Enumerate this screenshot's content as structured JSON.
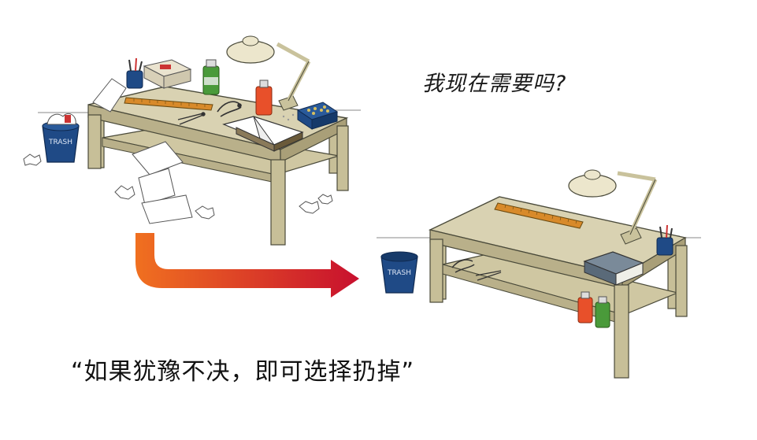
{
  "captions": {
    "question": "我现在需要吗?",
    "advice": "“如果犹豫不决，即可选择扔掉”"
  },
  "labels": {
    "trash_left": "TRASH",
    "trash_right": "TRASH"
  },
  "colors": {
    "desk_top": "#d9d2b2",
    "desk_side": "#b9b08a",
    "desk_leg": "#c7bf98",
    "outline": "#4a4a3a",
    "trash_can": "#1f4a86",
    "arrow_start": "#f07020",
    "arrow_end": "#c8102e",
    "ruler": "#d88a2a",
    "book": "#7a8a99"
  },
  "icons": {
    "arrow": "curved-arrow-icon",
    "lamp": "desk-lamp-icon",
    "trash": "trash-can-icon",
    "pliers": "pliers-icon",
    "compass": "compass-icon"
  }
}
